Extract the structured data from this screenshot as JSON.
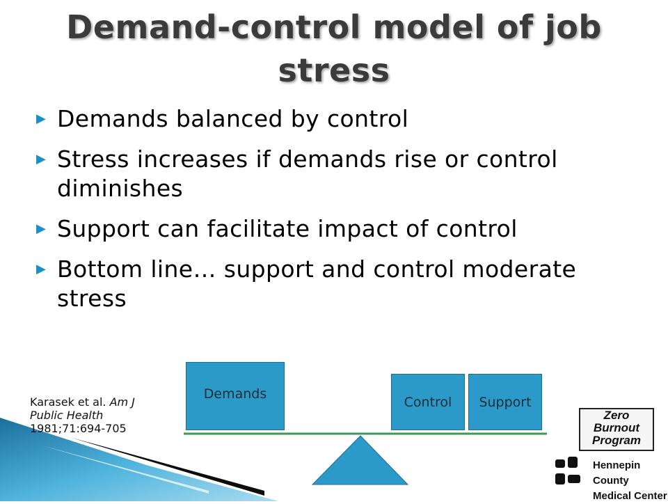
{
  "slide": {
    "title_line1": "Demand-control model of job",
    "title_line2": "stress",
    "bullets": [
      "Demands balanced by control",
      "Stress increases if demands rise or control diminishes",
      "Support can facilitate impact of control",
      "Bottom line… support and control moderate stress"
    ],
    "bullet_icon": "triangle-right-icon"
  },
  "diagram": {
    "demands_label": "Demands",
    "control_label": "Control",
    "support_label": "Support",
    "box_color": "#2b9ac9",
    "beam_color": "#3a9a5a"
  },
  "citation": {
    "authors": "Karasek et al.",
    "journal_line1": "Am J",
    "journal_line2": "Public Health",
    "ref": "1981;71:694-705"
  },
  "logos": {
    "zero_burnout": [
      "Zero",
      "Burnout",
      "Program"
    ],
    "hospital_line1": "Hennepin County",
    "hospital_line2": "Medical Center"
  }
}
